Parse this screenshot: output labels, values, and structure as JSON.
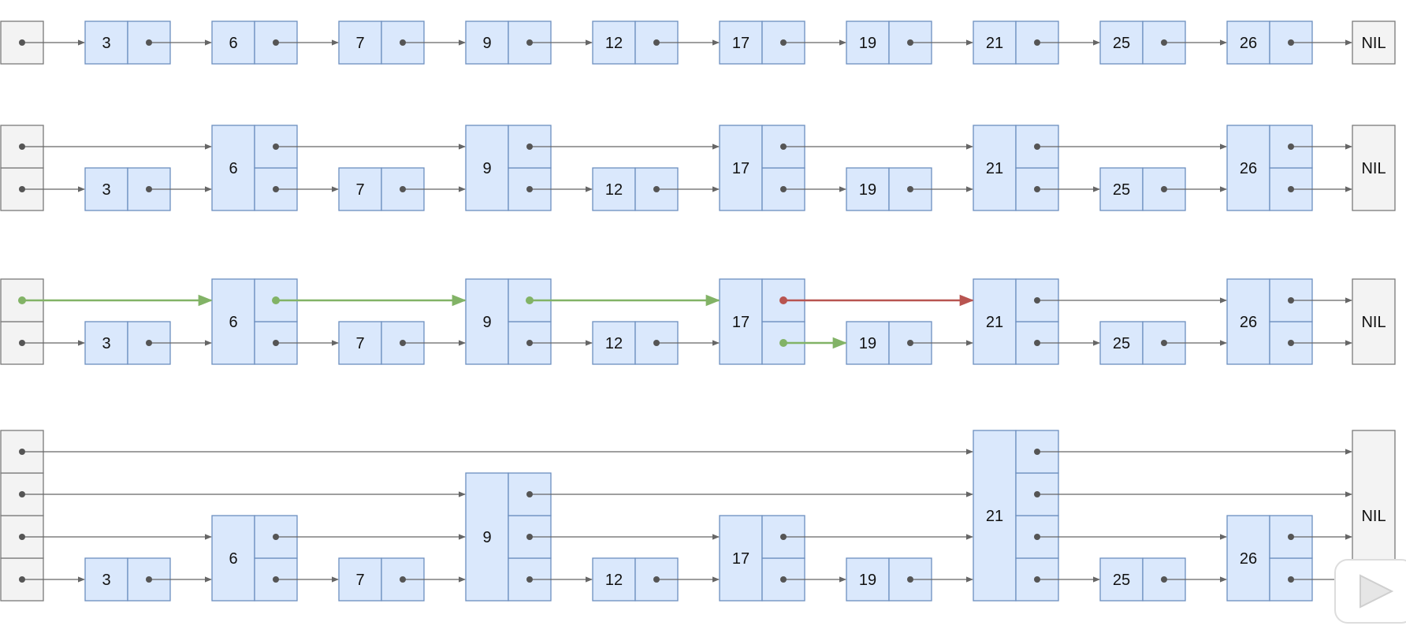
{
  "diagram": {
    "nil_label": "NIL",
    "colors": {
      "head_fill": "#f3f3f3",
      "head_stroke": "#7a7a7a",
      "node_fill": "#dae8fc",
      "node_stroke": "#6c8ebf",
      "arrow": "#666666",
      "dot": "#555555",
      "search_path": "#82b366",
      "overshoot": "#b85450"
    },
    "rows": [
      {
        "name": "row-1-level",
        "levels": 1,
        "nodes": [
          {
            "value": "3",
            "height": 1
          },
          {
            "value": "6",
            "height": 1
          },
          {
            "value": "7",
            "height": 1
          },
          {
            "value": "9",
            "height": 1
          },
          {
            "value": "12",
            "height": 1
          },
          {
            "value": "17",
            "height": 1
          },
          {
            "value": "19",
            "height": 1
          },
          {
            "value": "21",
            "height": 1
          },
          {
            "value": "25",
            "height": 1
          },
          {
            "value": "26",
            "height": 1
          }
        ],
        "highlights": []
      },
      {
        "name": "row-2-levels",
        "levels": 2,
        "nodes": [
          {
            "value": "3",
            "height": 1
          },
          {
            "value": "6",
            "height": 2
          },
          {
            "value": "7",
            "height": 1
          },
          {
            "value": "9",
            "height": 2
          },
          {
            "value": "12",
            "height": 1
          },
          {
            "value": "17",
            "height": 2
          },
          {
            "value": "19",
            "height": 1
          },
          {
            "value": "21",
            "height": 2
          },
          {
            "value": "25",
            "height": 1
          },
          {
            "value": "26",
            "height": 2
          }
        ],
        "highlights": []
      },
      {
        "name": "row-2-levels-search",
        "levels": 2,
        "nodes": [
          {
            "value": "3",
            "height": 1
          },
          {
            "value": "6",
            "height": 2
          },
          {
            "value": "7",
            "height": 1
          },
          {
            "value": "9",
            "height": 2
          },
          {
            "value": "12",
            "height": 1
          },
          {
            "value": "17",
            "height": 2
          },
          {
            "value": "19",
            "height": 1
          },
          {
            "value": "21",
            "height": 2
          },
          {
            "value": "25",
            "height": 1
          },
          {
            "value": "26",
            "height": 2
          }
        ],
        "highlights": [
          {
            "from": "head",
            "level": 2,
            "color": "search_path"
          },
          {
            "from": "6",
            "level": 2,
            "color": "search_path"
          },
          {
            "from": "9",
            "level": 2,
            "color": "search_path"
          },
          {
            "from": "17",
            "level": 2,
            "color": "overshoot"
          },
          {
            "from": "17",
            "level": 1,
            "color": "search_path"
          }
        ]
      },
      {
        "name": "row-4-levels",
        "levels": 4,
        "nodes": [
          {
            "value": "3",
            "height": 1
          },
          {
            "value": "6",
            "height": 2
          },
          {
            "value": "7",
            "height": 1
          },
          {
            "value": "9",
            "height": 3
          },
          {
            "value": "12",
            "height": 1
          },
          {
            "value": "17",
            "height": 2
          },
          {
            "value": "19",
            "height": 1
          },
          {
            "value": "21",
            "height": 4
          },
          {
            "value": "25",
            "height": 1
          },
          {
            "value": "26",
            "height": 2
          }
        ],
        "highlights": []
      }
    ]
  },
  "controls": {
    "play_icon": "play-icon"
  }
}
